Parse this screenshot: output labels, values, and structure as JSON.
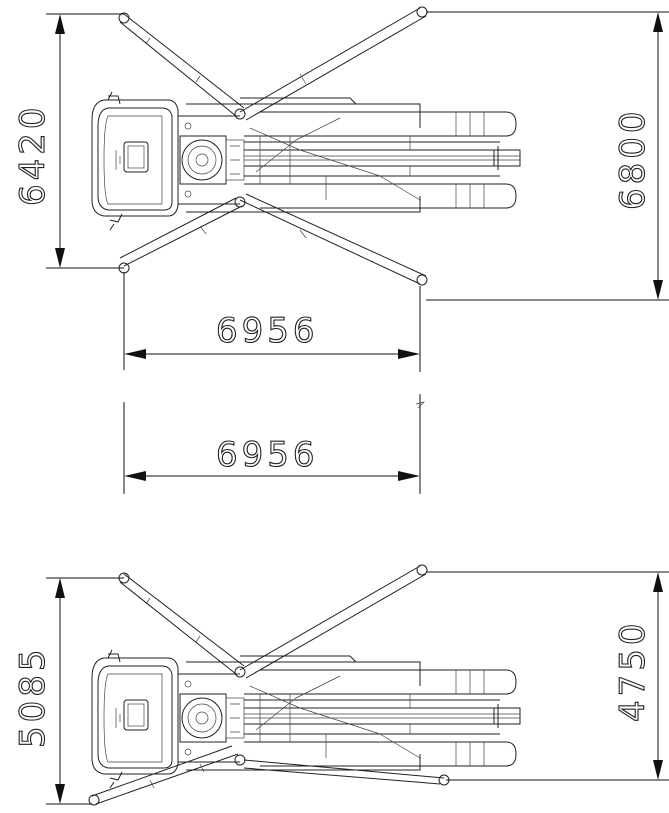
{
  "drawing": {
    "top_view": {
      "outrigger_spread_left": "6420",
      "outrigger_spread_right": "6800",
      "outrigger_span_a": "6956",
      "outrigger_span_b": "6956"
    },
    "bottom_view": {
      "outrigger_spread_left": "5085",
      "outrigger_spread_right": "4750"
    }
  },
  "colors": {
    "line": "#222222",
    "background": "#ffffff"
  }
}
